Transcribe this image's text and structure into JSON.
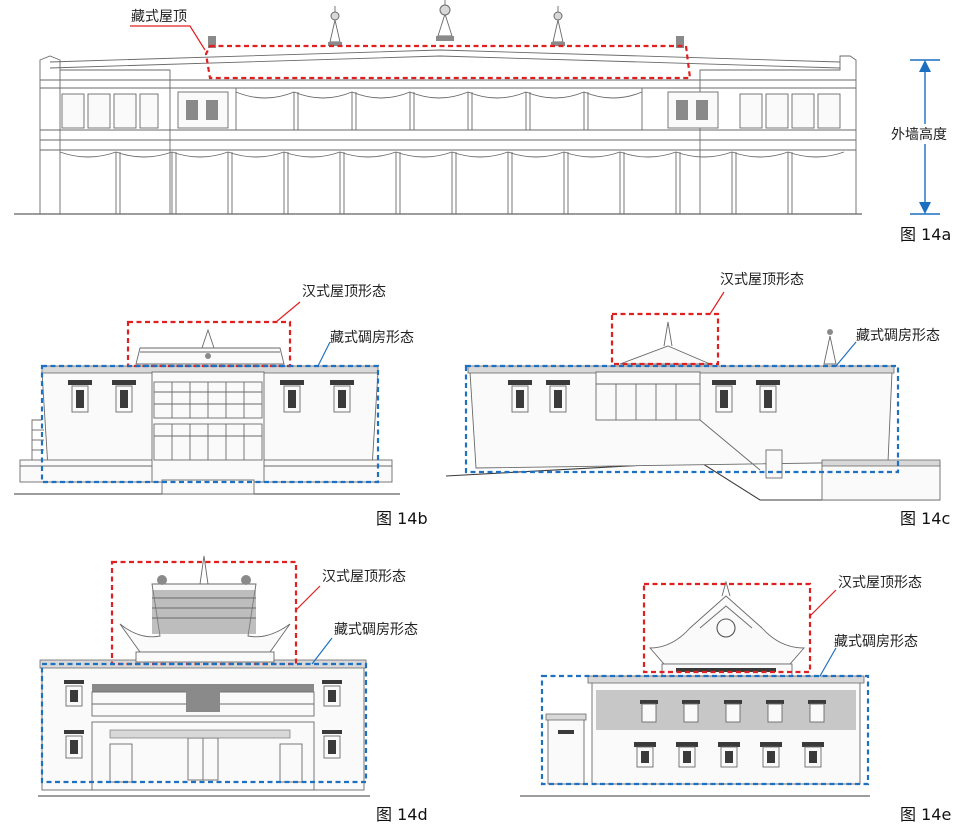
{
  "figures": [
    {
      "id": "14a",
      "caption": "图 14a",
      "labels": {
        "tibetan_roof": "藏式屋顶",
        "wall_height": "外墙高度"
      }
    },
    {
      "id": "14b",
      "caption": "图 14b",
      "labels": {
        "han_roof": "汉式屋顶形态",
        "tibetan_form": "藏式碉房形态"
      }
    },
    {
      "id": "14c",
      "caption": "图 14c",
      "labels": {
        "han_roof": "汉式屋顶形态",
        "tibetan_form": "藏式碉房形态"
      }
    },
    {
      "id": "14d",
      "caption": "图 14d",
      "labels": {
        "han_roof": "汉式屋顶形态",
        "tibetan_form": "藏式碉房形态"
      }
    },
    {
      "id": "14e",
      "caption": "图 14e",
      "labels": {
        "han_roof": "汉式屋顶形态",
        "tibetan_form": "藏式碉房形态"
      }
    }
  ],
  "colors": {
    "han_marker": "#e02020",
    "tibetan_marker": "#2070c0",
    "dimension": "#1a6fc0",
    "line": "#6a6a6a"
  }
}
